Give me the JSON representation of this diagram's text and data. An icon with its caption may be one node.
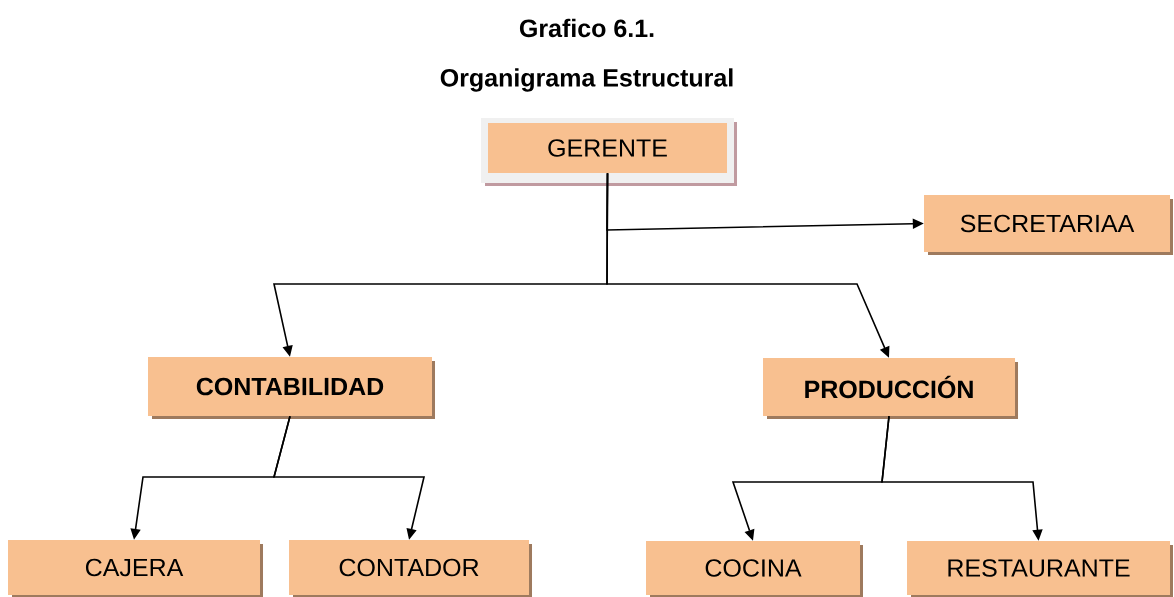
{
  "diagram": {
    "title": "Grafico 6.1.",
    "caption": "Organigrama Estructural",
    "nodes": [
      {
        "text": [
          "GERENTE"
        ]
      },
      {
        "text": [
          "SECRETARIAA"
        ]
      },
      {
        "text": [
          "CONTABILIDAD"
        ]
      },
      {
        "text": [
          "PRODUCCIÓN"
        ]
      },
      {
        "text": [
          "CAJERA"
        ]
      },
      {
        "text": [
          "CONTADOR"
        ]
      },
      {
        "text": [
          "COCINA"
        ]
      },
      {
        "text": [
          "RESTAURANTE"
        ]
      }
    ],
    "edges": [
      {
        "from": 0,
        "to": 1,
        "arrow": "to"
      },
      {
        "from": 0,
        "to": 2,
        "arrow": "to"
      },
      {
        "from": 0,
        "to": 3,
        "arrow": "to"
      },
      {
        "from": 2,
        "to": 4,
        "arrow": "to"
      },
      {
        "from": 2,
        "to": 5,
        "arrow": "to"
      },
      {
        "from": 3,
        "to": 6,
        "arrow": "to"
      },
      {
        "from": 3,
        "to": 7,
        "arrow": "to"
      }
    ]
  }
}
